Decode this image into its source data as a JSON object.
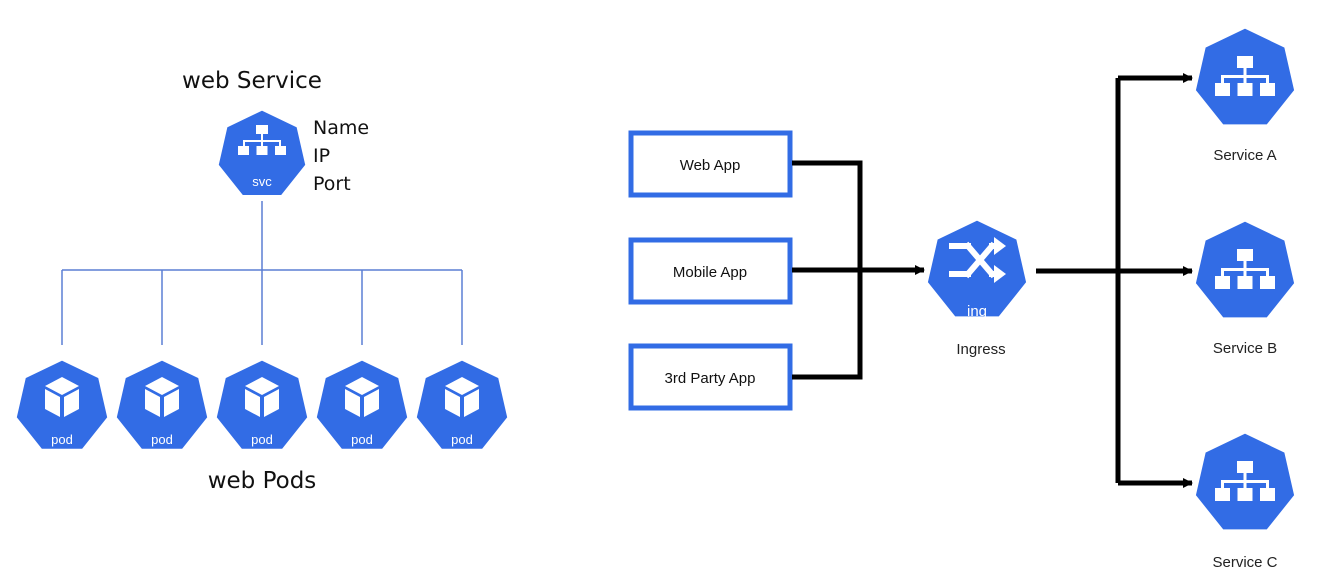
{
  "colors": {
    "k8s_blue": "#326ce5",
    "line_blue": "#5b7fd4",
    "arrow": "#000000",
    "text": "#111111"
  },
  "left": {
    "service_title": "web Service",
    "service_icon": {
      "icon": "svc-hierarchy-icon",
      "label": "svc"
    },
    "service_props": [
      "Name",
      "IP",
      "Port"
    ],
    "pods": [
      {
        "label": "pod",
        "icon": "cube-icon"
      },
      {
        "label": "pod",
        "icon": "cube-icon"
      },
      {
        "label": "pod",
        "icon": "cube-icon"
      },
      {
        "label": "pod",
        "icon": "cube-icon"
      },
      {
        "label": "pod",
        "icon": "cube-icon"
      }
    ],
    "pods_title": "web Pods"
  },
  "right": {
    "clients": [
      "Web App",
      "Mobile App",
      "3rd Party App"
    ],
    "ingress": {
      "icon": "shuffle-icon",
      "icon_label": "ing",
      "caption": "Ingress"
    },
    "services": [
      {
        "caption": "Service A",
        "icon": "svc-hierarchy-icon"
      },
      {
        "caption": "Service B",
        "icon": "svc-hierarchy-icon"
      },
      {
        "caption": "Service C",
        "icon": "svc-hierarchy-icon"
      }
    ]
  }
}
